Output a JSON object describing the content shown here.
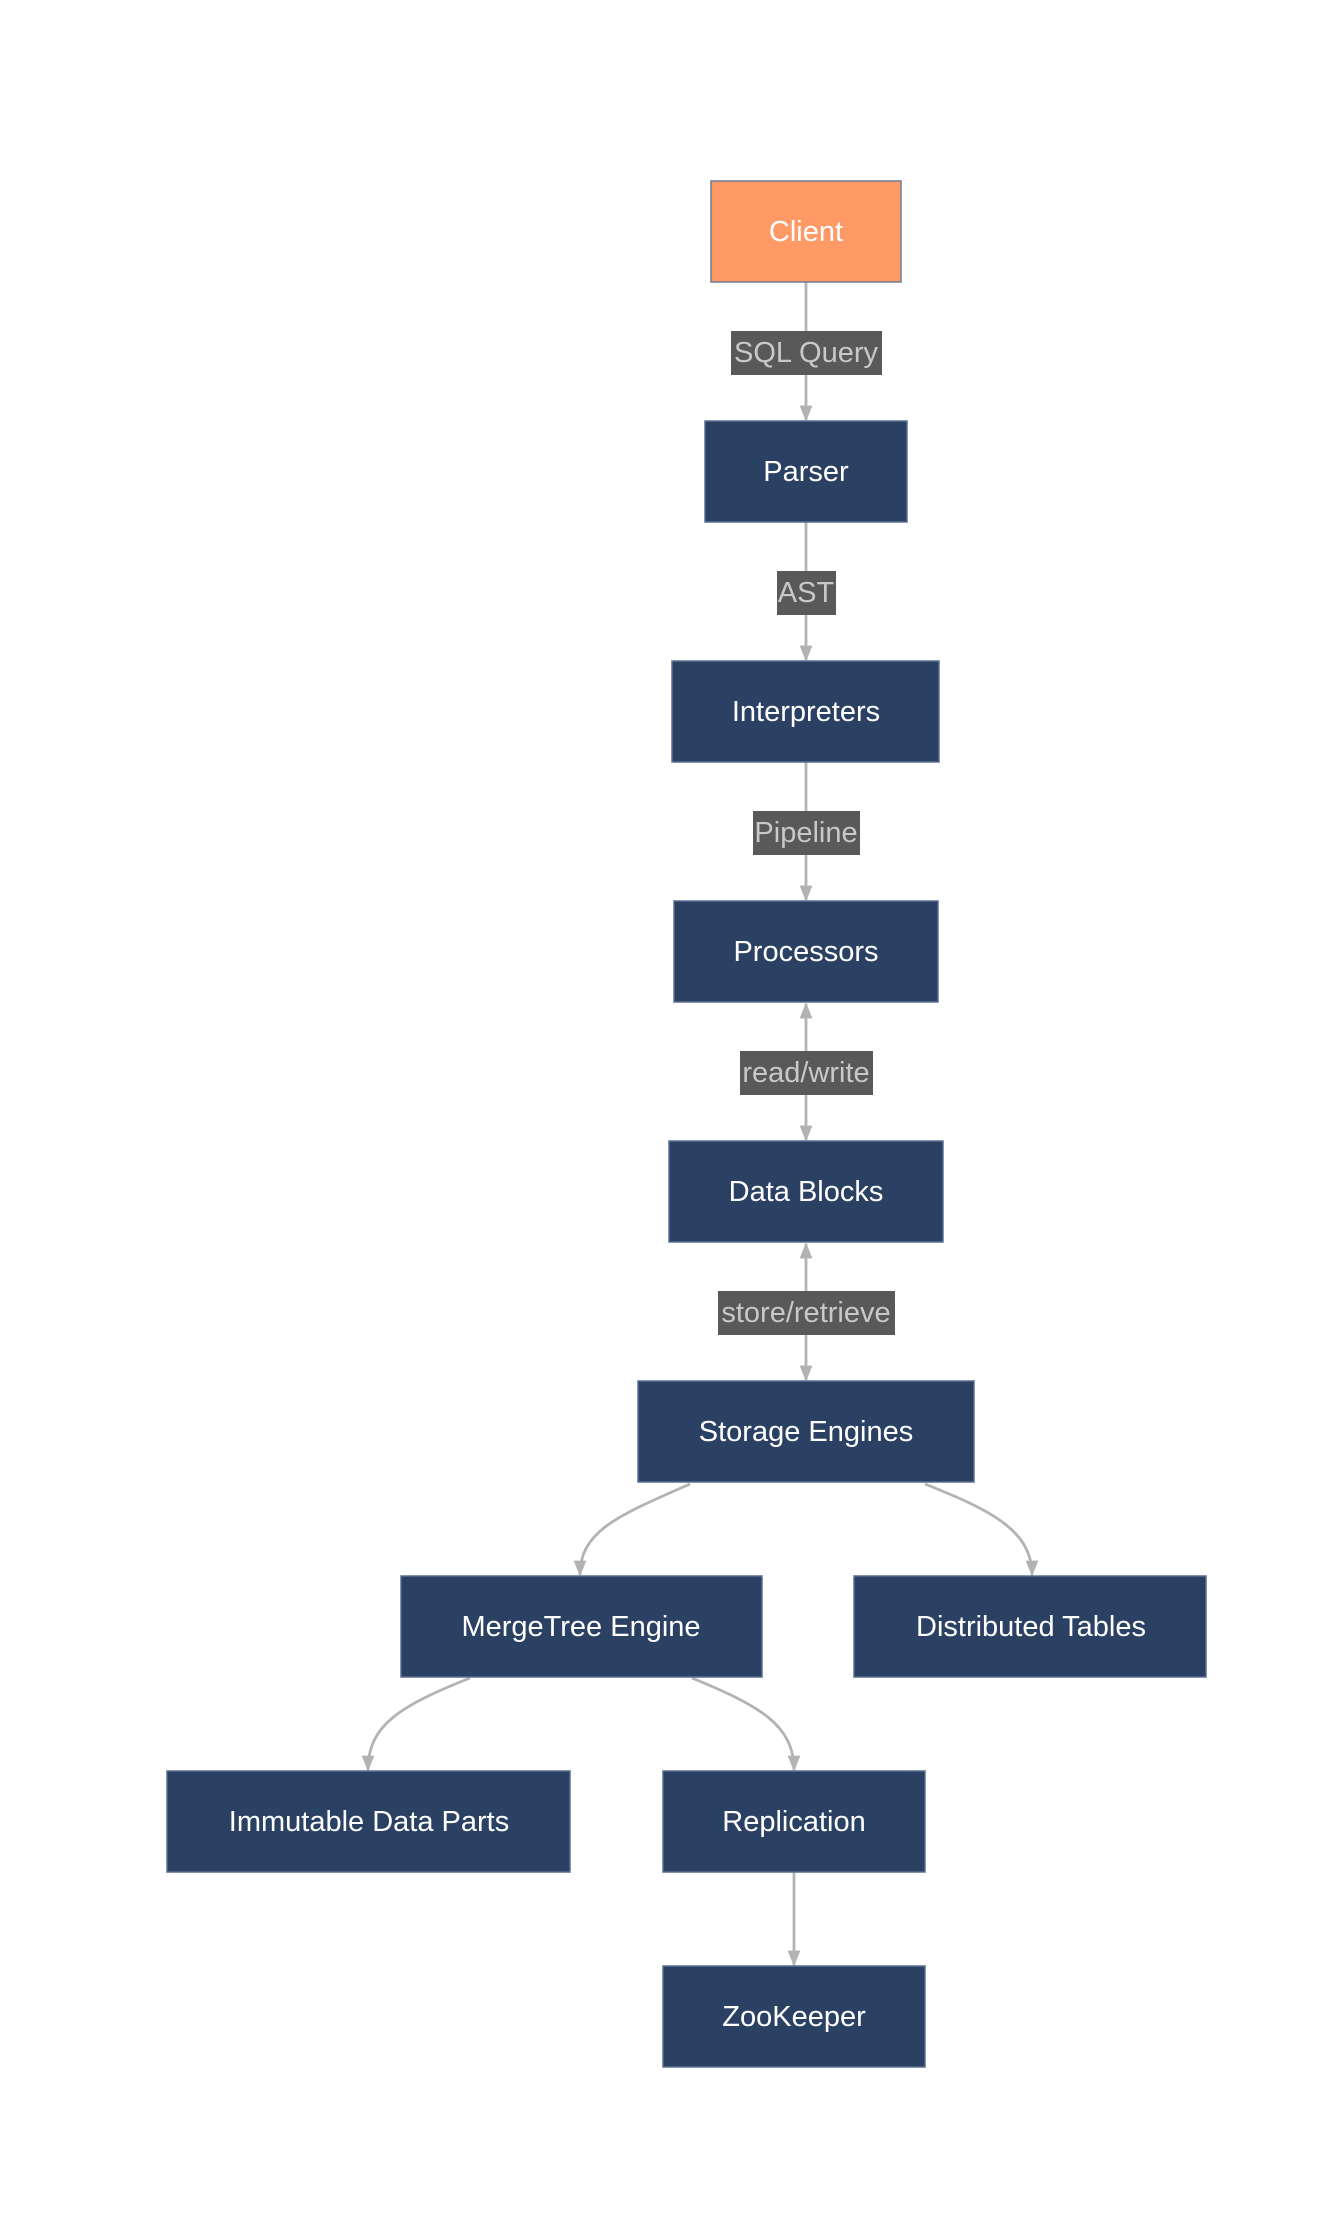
{
  "colors": {
    "client_fill": "#ff9966",
    "client_text": "#ffffff",
    "node_fill": "#2b4163",
    "node_text": "#ffffff",
    "edge": "#b3b3b3",
    "edge_label_bg": "#595959",
    "edge_label_text": "#c8c8c8"
  },
  "nodes": {
    "client": "Client",
    "parser": "Parser",
    "interpreters": "Interpreters",
    "processors": "Processors",
    "data_blocks": "Data Blocks",
    "storage_engines": "Storage Engines",
    "mergetree_engine": "MergeTree Engine",
    "distributed_tables": "Distributed Tables",
    "immutable_data_parts": "Immutable Data Parts",
    "replication": "Replication",
    "zookeeper": "ZooKeeper"
  },
  "edges": [
    {
      "from": "client",
      "to": "parser",
      "label": "SQL Query",
      "bidirectional": false
    },
    {
      "from": "parser",
      "to": "interpreters",
      "label": "AST",
      "bidirectional": false
    },
    {
      "from": "interpreters",
      "to": "processors",
      "label": "Pipeline",
      "bidirectional": false
    },
    {
      "from": "processors",
      "to": "data_blocks",
      "label": "read/write",
      "bidirectional": true
    },
    {
      "from": "data_blocks",
      "to": "storage_engines",
      "label": "store/retrieve",
      "bidirectional": true
    },
    {
      "from": "storage_engines",
      "to": "mergetree_engine",
      "label": "",
      "bidirectional": false
    },
    {
      "from": "storage_engines",
      "to": "distributed_tables",
      "label": "",
      "bidirectional": false
    },
    {
      "from": "mergetree_engine",
      "to": "immutable_data_parts",
      "label": "",
      "bidirectional": false
    },
    {
      "from": "mergetree_engine",
      "to": "replication",
      "label": "",
      "bidirectional": false
    },
    {
      "from": "replication",
      "to": "zookeeper",
      "label": "",
      "bidirectional": false
    }
  ]
}
